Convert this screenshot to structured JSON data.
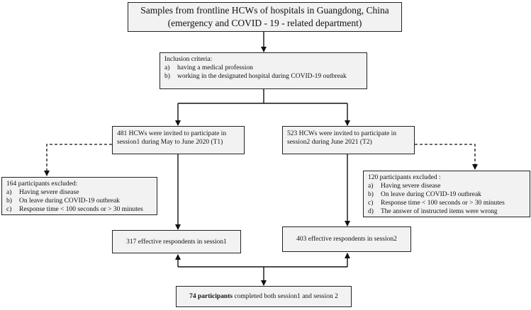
{
  "top": {
    "line1": "Samples from frontline HCWs of hospitals in Guangdong, China",
    "line2": "(emergency and COVID - 19 - related department)"
  },
  "inclusion": {
    "title": "Inclusion criteria:",
    "items": [
      {
        "marker": "a)",
        "text": "having a medical profession"
      },
      {
        "marker": "b)",
        "text": "working in the designated hospital during COVID-19 outbreak"
      }
    ]
  },
  "t1": {
    "line1": "481 HCWs were invited to participate in",
    "line2": "session1 during May to June 2020 (T1)"
  },
  "t2": {
    "line1": "523 HCWs were invited to participate in",
    "line2": "session2 during June 2021 (T2)"
  },
  "excluded_left": {
    "title": "164 participants excluded:",
    "items": [
      {
        "marker": "a)",
        "text": "Having severe disease"
      },
      {
        "marker": "b)",
        "text": "On leave during COVID-19 outbreak"
      },
      {
        "marker": "c)",
        "text": "Response time < 100 seconds or > 30 minutes"
      }
    ]
  },
  "excluded_right": {
    "title": "120 participants excluded :",
    "items": [
      {
        "marker": "a)",
        "text": "Having severe disease"
      },
      {
        "marker": "b)",
        "text": "On leave during COVID-19 outbreak"
      },
      {
        "marker": "c)",
        "text": "Response time < 100 seconds or > 30 minutes"
      },
      {
        "marker": "d)",
        "text": "The answer of instructed items were wrong"
      }
    ]
  },
  "effective_left": "317 effective respondents in session1",
  "effective_right": "403 effective respondents in session2",
  "final": {
    "bold": "74 participants",
    "rest": " completed both session1 and session 2"
  },
  "colors": {
    "box_fill": "#f2f2f2",
    "box_border": "#222222",
    "line": "#111111"
  }
}
